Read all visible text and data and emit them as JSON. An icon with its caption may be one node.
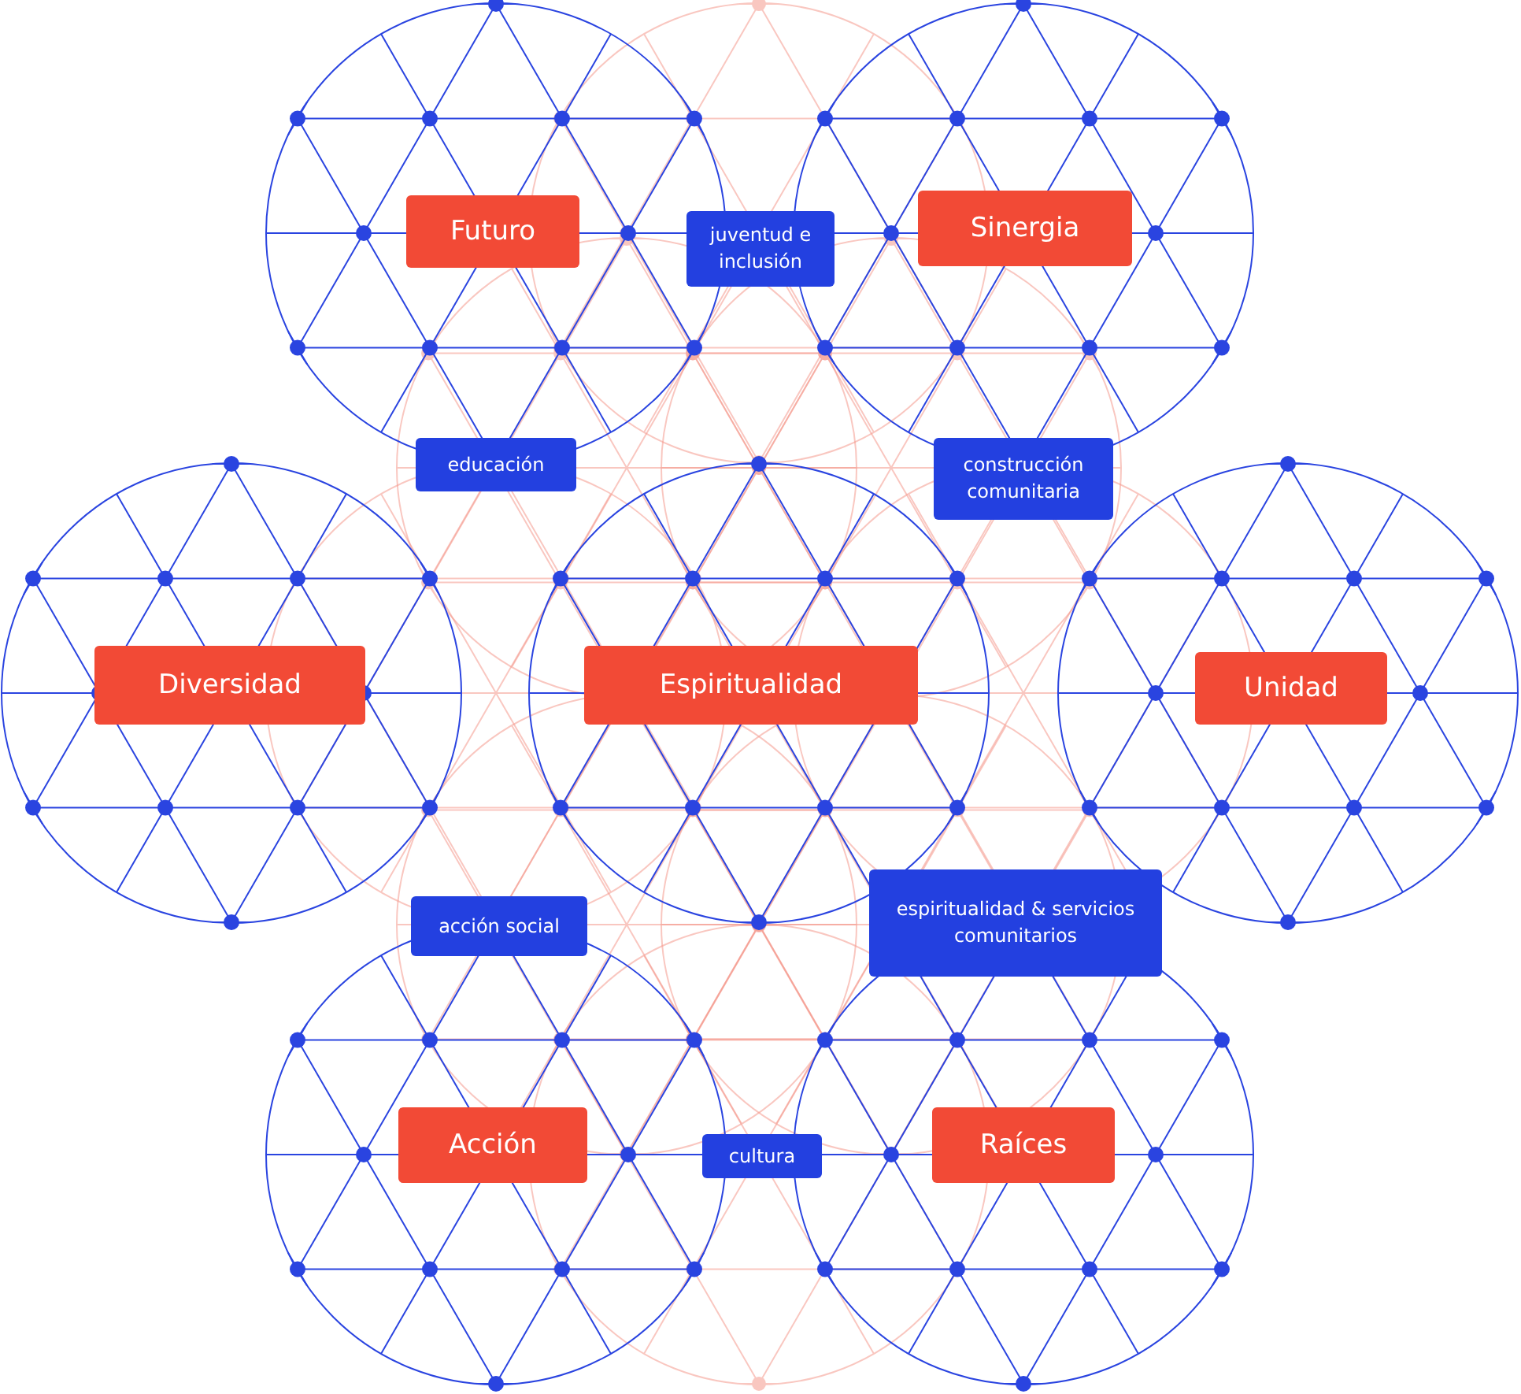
{
  "diagram": {
    "nodes": [
      {
        "text": [
          "Futuro"
        ]
      },
      {
        "text": [
          "juventud e inclusión"
        ]
      },
      {
        "text": [
          "Sinergia"
        ]
      },
      {
        "text": [
          "educación"
        ]
      },
      {
        "text": [
          "construcción comunitaria"
        ]
      },
      {
        "text": [
          "Diversidad"
        ]
      },
      {
        "text": [
          "Espiritualidad"
        ]
      },
      {
        "text": [
          "Unidad"
        ]
      },
      {
        "text": [
          "acción social"
        ]
      },
      {
        "text": [
          "espiritualidad & servicios comunitarios"
        ]
      },
      {
        "text": [
          "Acción"
        ]
      },
      {
        "text": [
          "cultura"
        ]
      },
      {
        "text": [
          "Raíces"
        ]
      }
    ]
  }
}
